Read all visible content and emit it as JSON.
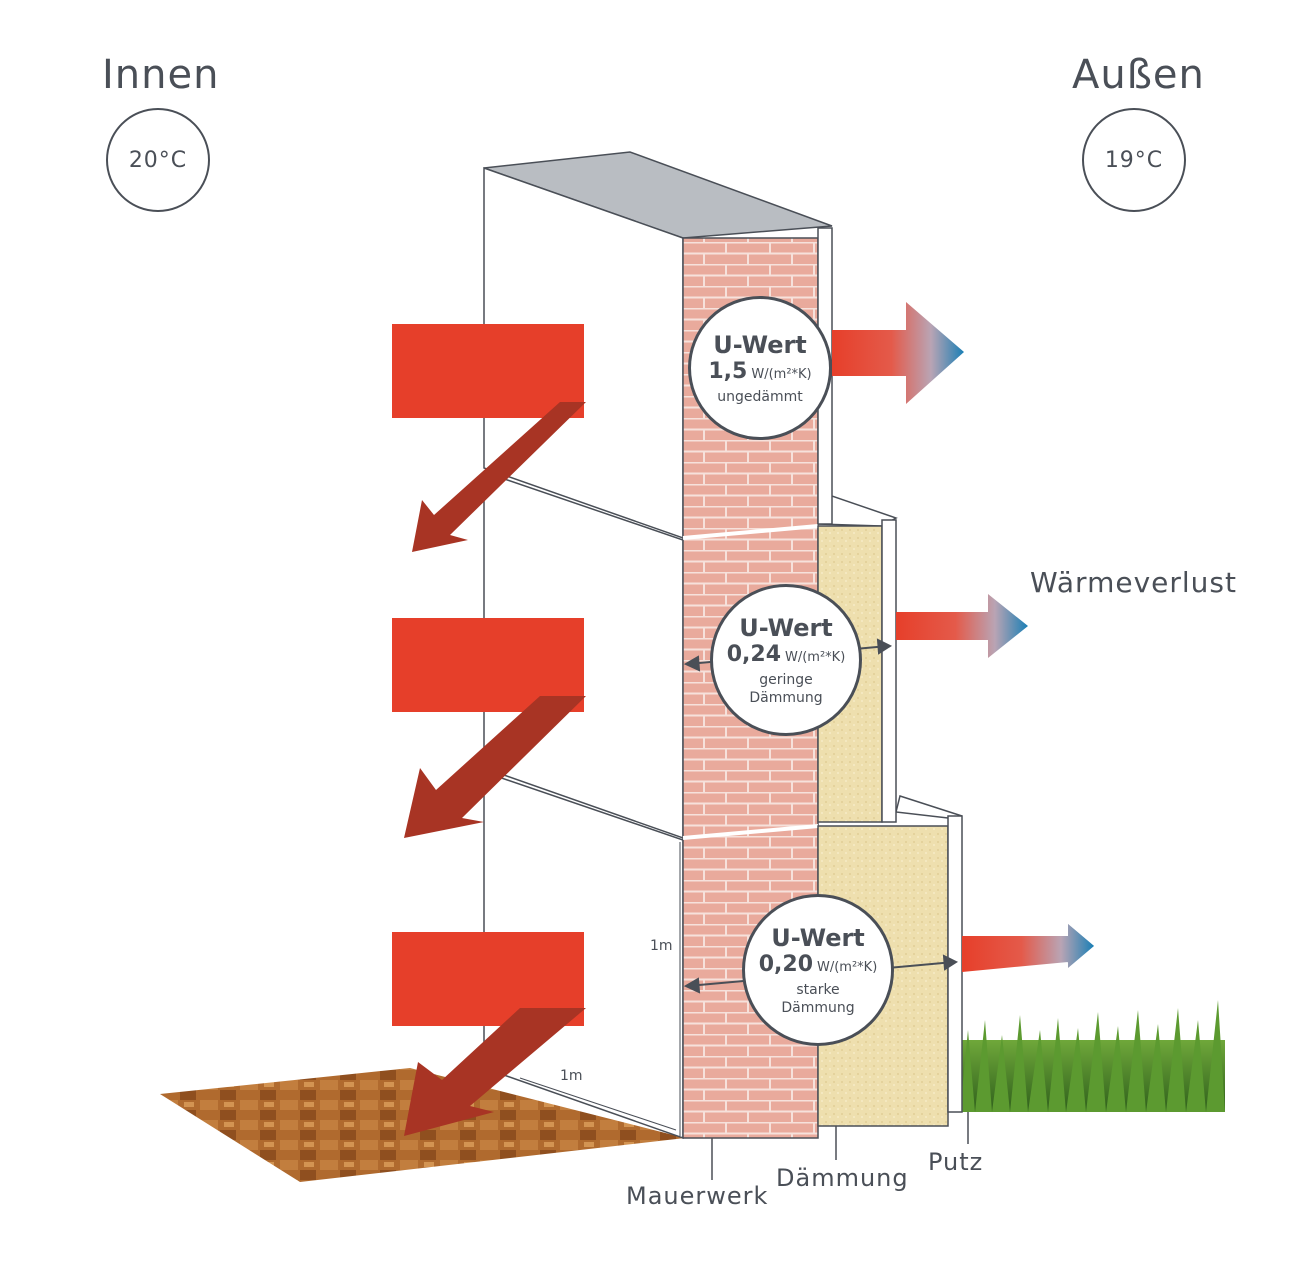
{
  "inside": {
    "label": "Innen",
    "temperature": "20°C"
  },
  "outside": {
    "label": "Außen",
    "temperature": "19°C"
  },
  "heat_loss_label": "Wärmeverlust",
  "dimensions": {
    "height": "1m",
    "depth": "1m"
  },
  "layers": {
    "masonry": "Mauerwerk",
    "insulation": "Dämmung",
    "plaster": "Putz"
  },
  "u_values": [
    {
      "title": "U-Wert",
      "value": "1,5",
      "unit": "W/(m²*K)",
      "desc_1": "ungedämmt",
      "desc_2": ""
    },
    {
      "title": "U-Wert",
      "value": "0,24",
      "unit": "W/(m²*K)",
      "desc_1": "geringe",
      "desc_2": "Dämmung"
    },
    {
      "title": "U-Wert",
      "value": "0,20",
      "unit": "W/(m²*K)",
      "desc_1": "starke",
      "desc_2": "Dämmung"
    }
  ],
  "colors": {
    "heat": "#e63f2a",
    "heat_dark": "#a83424",
    "cold": "#1a7fb5",
    "brick": "#e8a79a",
    "insulation": "#eedfae",
    "text": "#4a4f57"
  }
}
